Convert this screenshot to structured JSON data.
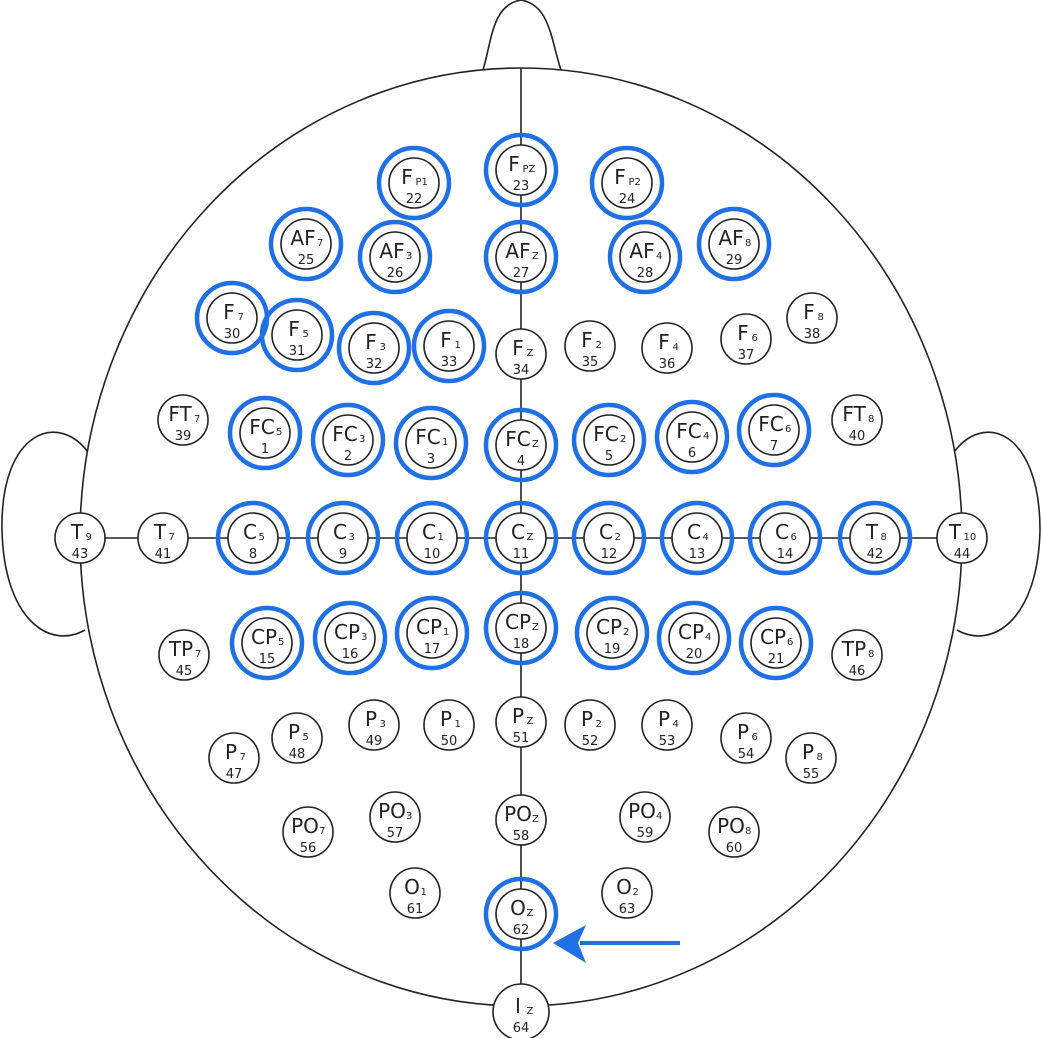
{
  "highlight_color": "#1f6fe5",
  "line_color": "#222222",
  "electrodes": [
    {
      "base": "F",
      "sub": "P1",
      "num": "22",
      "hl": true
    },
    {
      "base": "F",
      "sub": "PZ",
      "num": "23",
      "hl": true
    },
    {
      "base": "F",
      "sub": "P2",
      "num": "24",
      "hl": true
    },
    {
      "base": "AF",
      "sub": "7",
      "num": "25",
      "hl": true
    },
    {
      "base": "AF",
      "sub": "3",
      "num": "26",
      "hl": true
    },
    {
      "base": "AF",
      "sub": "Z",
      "num": "27",
      "hl": true
    },
    {
      "base": "AF",
      "sub": "4",
      "num": "28",
      "hl": true
    },
    {
      "base": "AF",
      "sub": "8",
      "num": "29",
      "hl": true
    },
    {
      "base": "F",
      "sub": "7",
      "num": "30",
      "hl": true
    },
    {
      "base": "F",
      "sub": "5",
      "num": "31",
      "hl": true
    },
    {
      "base": "F",
      "sub": "3",
      "num": "32",
      "hl": true
    },
    {
      "base": "F",
      "sub": "1",
      "num": "33",
      "hl": true
    },
    {
      "base": "F",
      "sub": "Z",
      "num": "34",
      "hl": false
    },
    {
      "base": "F",
      "sub": "2",
      "num": "35",
      "hl": false
    },
    {
      "base": "F",
      "sub": "4",
      "num": "36",
      "hl": false
    },
    {
      "base": "F",
      "sub": "6",
      "num": "37",
      "hl": false
    },
    {
      "base": "F",
      "sub": "8",
      "num": "38",
      "hl": false
    },
    {
      "base": "FT",
      "sub": "7",
      "num": "39",
      "hl": false
    },
    {
      "base": "FC",
      "sub": "5",
      "num": "1",
      "hl": true
    },
    {
      "base": "FC",
      "sub": "3",
      "num": "2",
      "hl": true
    },
    {
      "base": "FC",
      "sub": "1",
      "num": "3",
      "hl": true
    },
    {
      "base": "FC",
      "sub": "Z",
      "num": "4",
      "hl": true
    },
    {
      "base": "FC",
      "sub": "2",
      "num": "5",
      "hl": true
    },
    {
      "base": "FC",
      "sub": "4",
      "num": "6",
      "hl": true
    },
    {
      "base": "FC",
      "sub": "6",
      "num": "7",
      "hl": true
    },
    {
      "base": "FT",
      "sub": "8",
      "num": "40",
      "hl": false
    },
    {
      "base": "T",
      "sub": "9",
      "num": "43",
      "hl": false
    },
    {
      "base": "T",
      "sub": "7",
      "num": "41",
      "hl": false
    },
    {
      "base": "C",
      "sub": "5",
      "num": "8",
      "hl": true
    },
    {
      "base": "C",
      "sub": "3",
      "num": "9",
      "hl": true
    },
    {
      "base": "C",
      "sub": "1",
      "num": "10",
      "hl": true
    },
    {
      "base": "C",
      "sub": "Z",
      "num": "11",
      "hl": true
    },
    {
      "base": "C",
      "sub": "2",
      "num": "12",
      "hl": true
    },
    {
      "base": "C",
      "sub": "4",
      "num": "13",
      "hl": true
    },
    {
      "base": "C",
      "sub": "6",
      "num": "14",
      "hl": true
    },
    {
      "base": "T",
      "sub": "8",
      "num": "42",
      "hl": true
    },
    {
      "base": "T",
      "sub": "10",
      "num": "44",
      "hl": false
    },
    {
      "base": "TP",
      "sub": "7",
      "num": "45",
      "hl": false
    },
    {
      "base": "CP",
      "sub": "5",
      "num": "15",
      "hl": true
    },
    {
      "base": "CP",
      "sub": "3",
      "num": "16",
      "hl": true
    },
    {
      "base": "CP",
      "sub": "1",
      "num": "17",
      "hl": true
    },
    {
      "base": "CP",
      "sub": "Z",
      "num": "18",
      "hl": true
    },
    {
      "base": "CP",
      "sub": "2",
      "num": "19",
      "hl": true
    },
    {
      "base": "CP",
      "sub": "4",
      "num": "20",
      "hl": true
    },
    {
      "base": "CP",
      "sub": "6",
      "num": "21",
      "hl": true
    },
    {
      "base": "TP",
      "sub": "8",
      "num": "46",
      "hl": false
    },
    {
      "base": "P",
      "sub": "7",
      "num": "47",
      "hl": false
    },
    {
      "base": "P",
      "sub": "5",
      "num": "48",
      "hl": false
    },
    {
      "base": "P",
      "sub": "3",
      "num": "49",
      "hl": false
    },
    {
      "base": "P",
      "sub": "1",
      "num": "50",
      "hl": false
    },
    {
      "base": "P",
      "sub": "Z",
      "num": "51",
      "hl": false
    },
    {
      "base": "P",
      "sub": "2",
      "num": "52",
      "hl": false
    },
    {
      "base": "P",
      "sub": "4",
      "num": "53",
      "hl": false
    },
    {
      "base": "P",
      "sub": "6",
      "num": "54",
      "hl": false
    },
    {
      "base": "P",
      "sub": "8",
      "num": "55",
      "hl": false
    },
    {
      "base": "PO",
      "sub": "7",
      "num": "56",
      "hl": false
    },
    {
      "base": "PO",
      "sub": "3",
      "num": "57",
      "hl": false
    },
    {
      "base": "PO",
      "sub": "Z",
      "num": "58",
      "hl": false
    },
    {
      "base": "PO",
      "sub": "4",
      "num": "59",
      "hl": false
    },
    {
      "base": "PO",
      "sub": "8",
      "num": "60",
      "hl": false
    },
    {
      "base": "O",
      "sub": "1",
      "num": "61",
      "hl": false
    },
    {
      "base": "O",
      "sub": "Z",
      "num": "62",
      "hl": true
    },
    {
      "base": "O",
      "sub": "2",
      "num": "63",
      "hl": false
    },
    {
      "base": "I",
      "sub": "Z",
      "num": "64",
      "hl": false
    }
  ],
  "pointer": {
    "target": "62",
    "direction": "left"
  }
}
